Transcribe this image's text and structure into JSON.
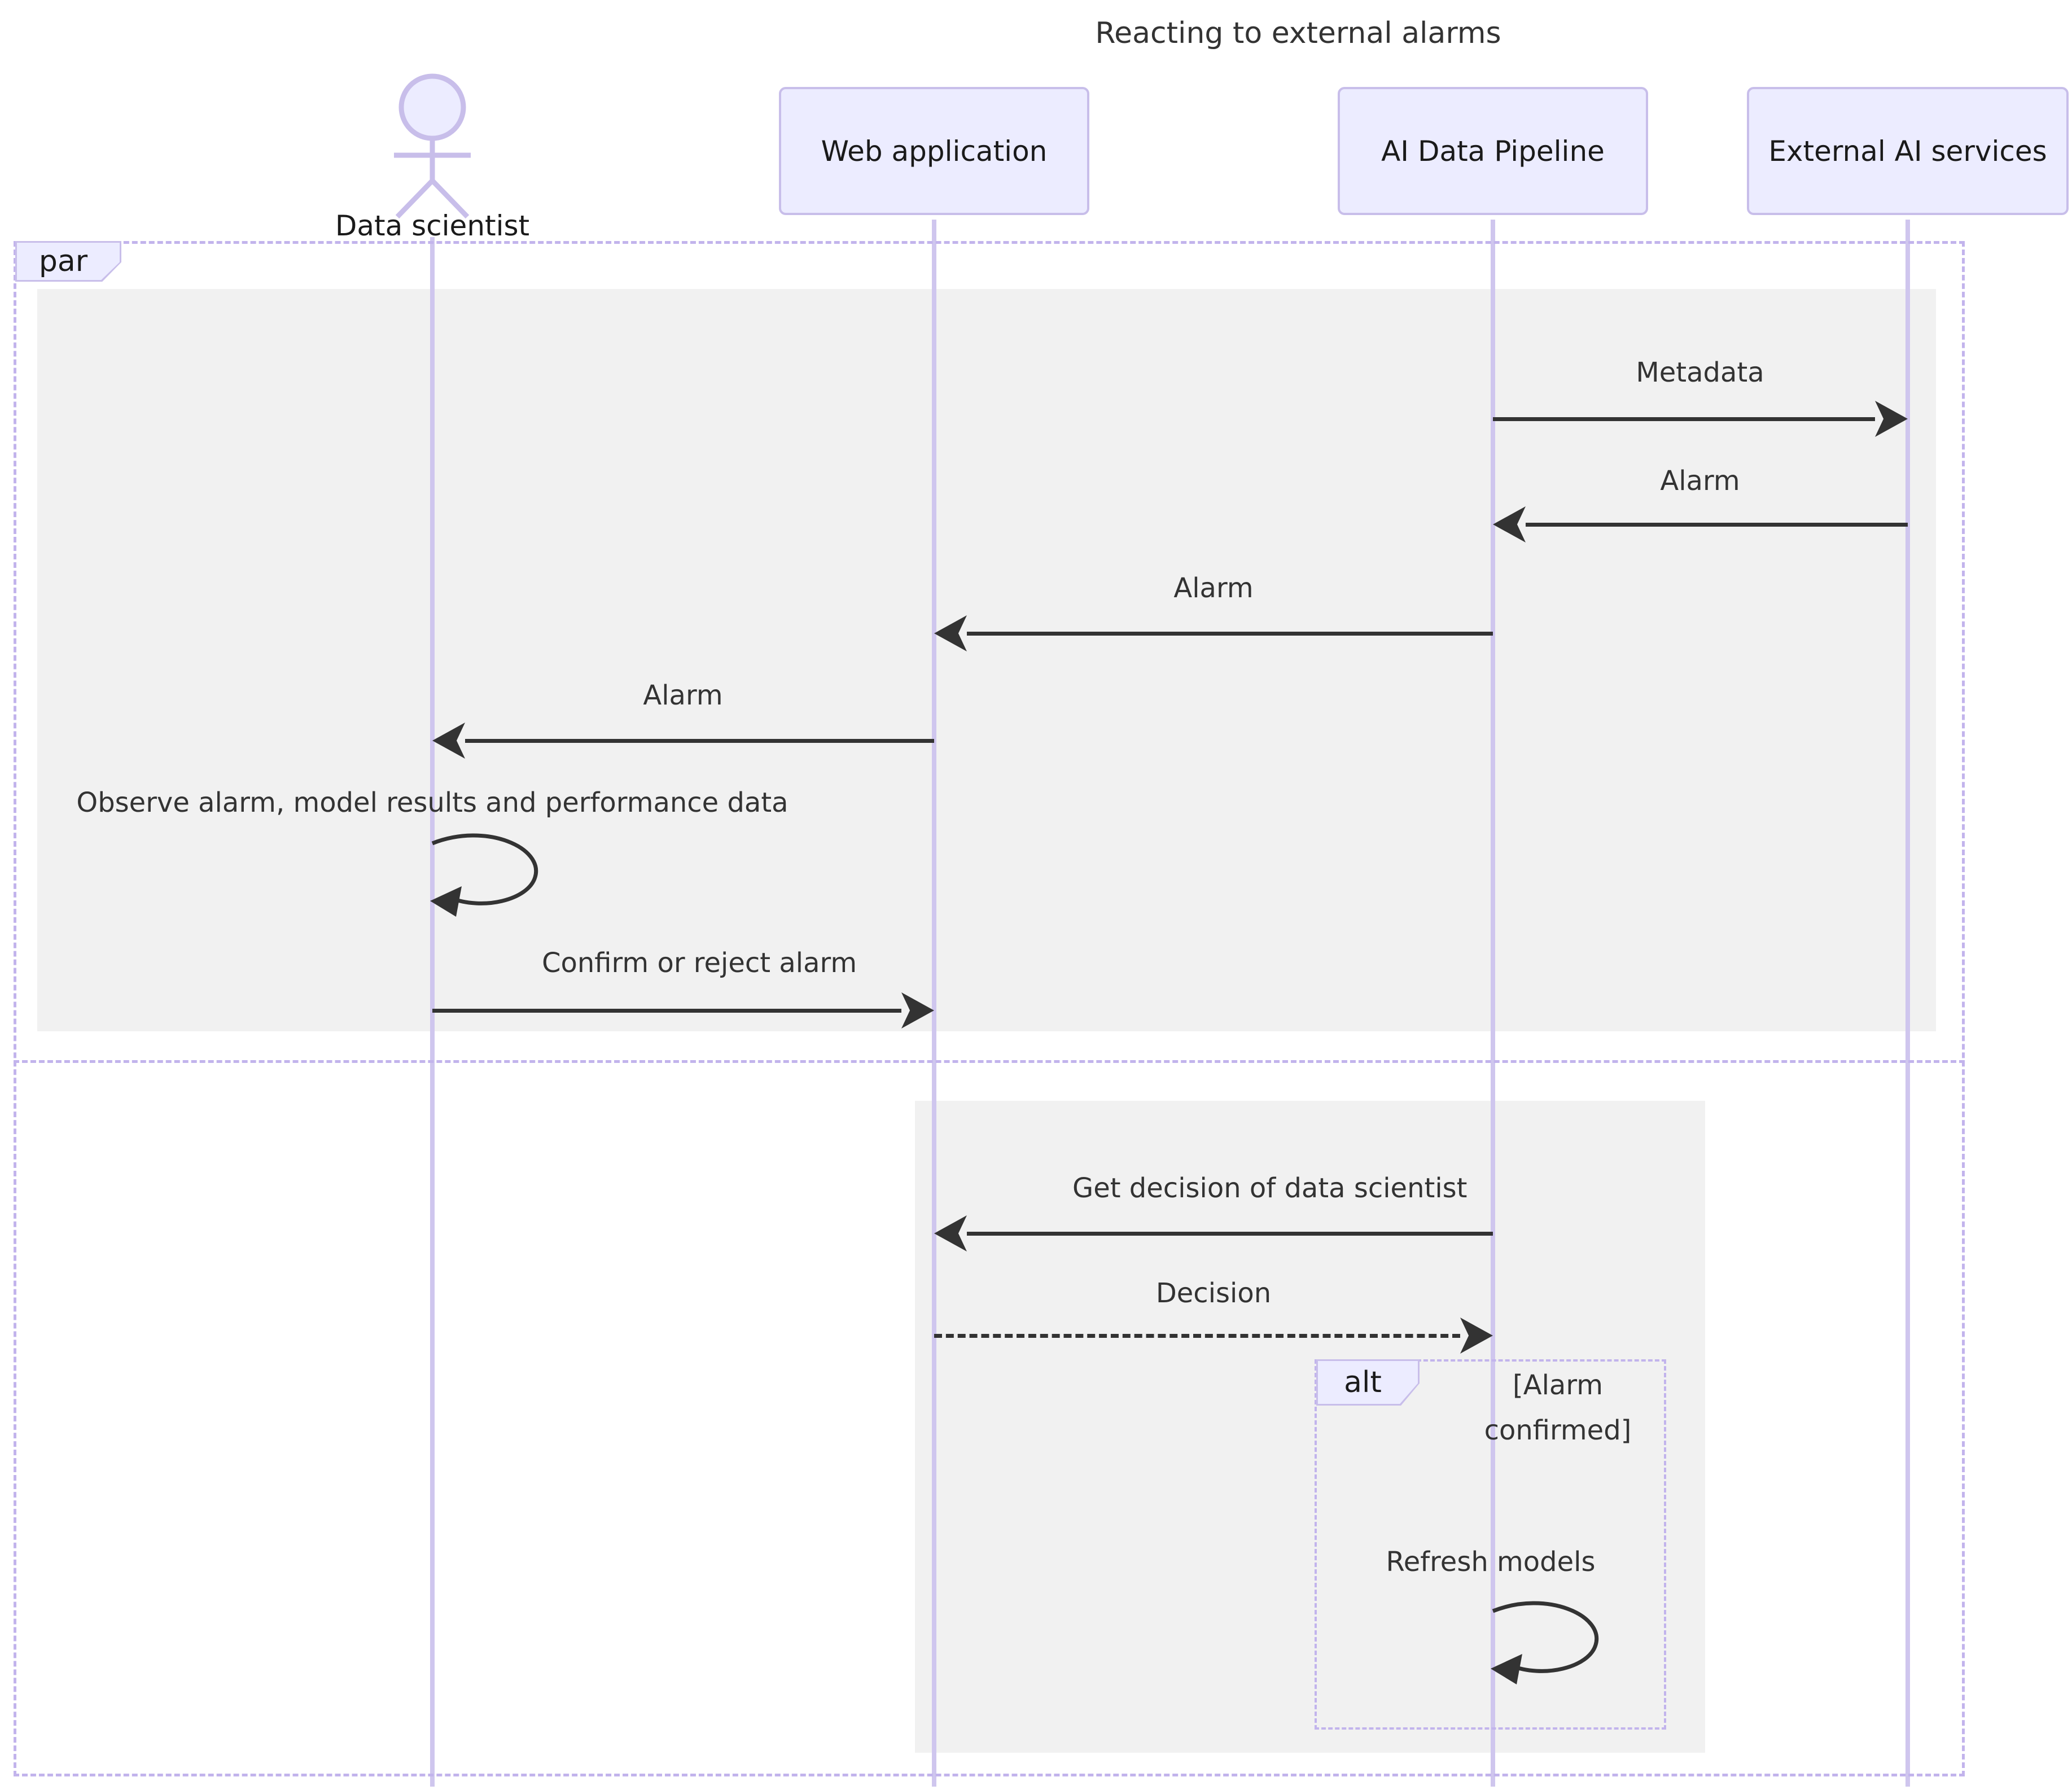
{
  "diagram": {
    "title": "Reacting to external alarms"
  },
  "actors": {
    "data_scientist": {
      "label": "Data scientist",
      "type": "actor"
    },
    "web_app": {
      "label": "Web application",
      "type": "participant"
    },
    "pipeline": {
      "label": "AI Data Pipeline",
      "type": "participant"
    },
    "external": {
      "label": "External AI services",
      "type": "participant"
    }
  },
  "frames": {
    "par_label": "par",
    "alt_label": "alt",
    "alt_condition": "[Alarm confirmed]"
  },
  "messages": {
    "metadata": {
      "text": "Metadata",
      "from": "AI Data Pipeline",
      "to": "External AI services",
      "style": "solid"
    },
    "alarm_ext_to_pipeline": {
      "text": "Alarm",
      "from": "External AI services",
      "to": "AI Data Pipeline",
      "style": "solid"
    },
    "alarm_pipeline_to_web": {
      "text": "Alarm",
      "from": "AI Data Pipeline",
      "to": "Web application",
      "style": "solid"
    },
    "alarm_web_to_ds": {
      "text": "Alarm",
      "from": "Web application",
      "to": "Data scientist",
      "style": "solid"
    },
    "observe": {
      "text": "Observe alarm, model results and performance data",
      "from": "Data scientist",
      "to": "Data scientist",
      "style": "self"
    },
    "confirm": {
      "text": "Confirm or reject alarm",
      "from": "Data scientist",
      "to": "Web application",
      "style": "solid"
    },
    "get_decision": {
      "text": "Get decision of data scientist",
      "from": "AI Data Pipeline",
      "to": "Web application",
      "style": "solid"
    },
    "decision": {
      "text": "Decision",
      "from": "Web application",
      "to": "AI Data Pipeline",
      "style": "dashed"
    },
    "refresh": {
      "text": "Refresh models",
      "from": "AI Data Pipeline",
      "to": "AI Data Pipeline",
      "style": "self"
    }
  },
  "colors": {
    "actor_fill": "#ECECFF",
    "actor_border": "#C8BEEA",
    "lifeline": "#CFC6EE",
    "frame_border": "#C2B4EC",
    "label_fill": "#ECECFF",
    "block_fill": "#F1F1F1",
    "arrow": "#333333",
    "message_text": "#333333",
    "actor_text": "#1A1A1A"
  }
}
